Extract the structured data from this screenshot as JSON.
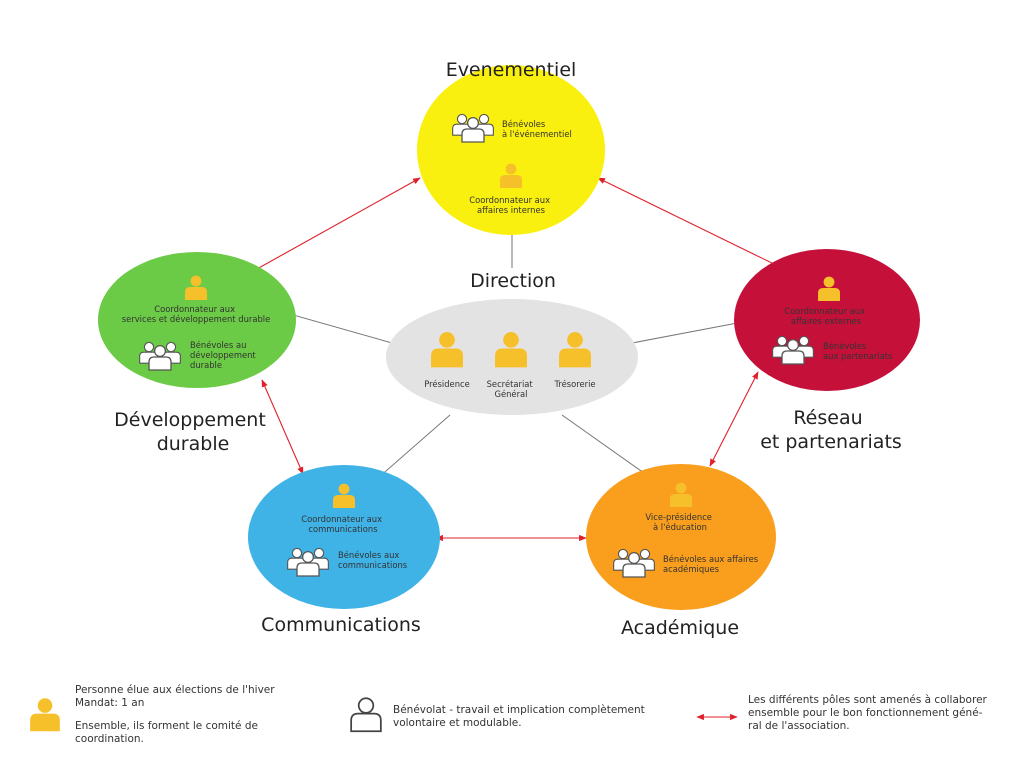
{
  "colors": {
    "evenementiel": "#FAF00F",
    "developpement": "#6CCB46",
    "reseau": "#C5103A",
    "communications": "#3FB2E6",
    "academique": "#F99F1D",
    "direction": "#E3E3E3",
    "person": "#F6C02B",
    "arrow": "#E0202A",
    "line": "#777777"
  },
  "poles": {
    "evenementiel": {
      "title": "Evenementiel",
      "volunteers": [
        "Bénévoles",
        "à l'événementiel"
      ],
      "coordinator": [
        "Coordonnateur aux",
        "affaires internes"
      ]
    },
    "developpement": {
      "title": [
        "Développement",
        "durable"
      ],
      "coordinator": [
        "Coordonnateur aux",
        "services et développement durable"
      ],
      "volunteers": [
        "Bénévoles au",
        "développement",
        "durable"
      ]
    },
    "reseau": {
      "title": [
        "Réseau",
        "et partenariats"
      ],
      "coordinator": [
        "Coordonnateur aux",
        "affaires externes"
      ],
      "volunteers": [
        "Bénévoles",
        "aux partenariats"
      ]
    },
    "communications": {
      "title": "Communications",
      "coordinator": [
        "Coordonnateur aux",
        "communications"
      ],
      "volunteers": [
        "Bénévoles aux",
        "communications"
      ]
    },
    "academique": {
      "title": "Académique",
      "coordinator": [
        "Vice-présidence",
        "à l'éducation"
      ],
      "volunteers": [
        "Bénévoles aux affaires",
        "académiques"
      ]
    }
  },
  "direction": {
    "title": "Direction",
    "members": [
      {
        "label": [
          "Présidence"
        ]
      },
      {
        "label": [
          "Secrétariat",
          "Général"
        ]
      },
      {
        "label": [
          "Trésorerie"
        ]
      }
    ]
  },
  "legend": {
    "elected": [
      "Personne élue aux élections de l'hiver",
      "Mandat: 1 an"
    ],
    "committee": [
      "Ensemble, ils forment le comité de",
      "coordination."
    ],
    "volunteer": [
      "Bénévolat - travail et implication complètement",
      "volontaire et modulable."
    ],
    "collab": [
      "Les différents pôles sont amenés à collaborer",
      "ensemble pour le bon fonctionnement géné-",
      "ral de l'association."
    ]
  },
  "icons": {
    "person": "person-icon",
    "group": "group-icon",
    "outline": "person-outline-icon",
    "arrow": "double-arrow-icon"
  }
}
